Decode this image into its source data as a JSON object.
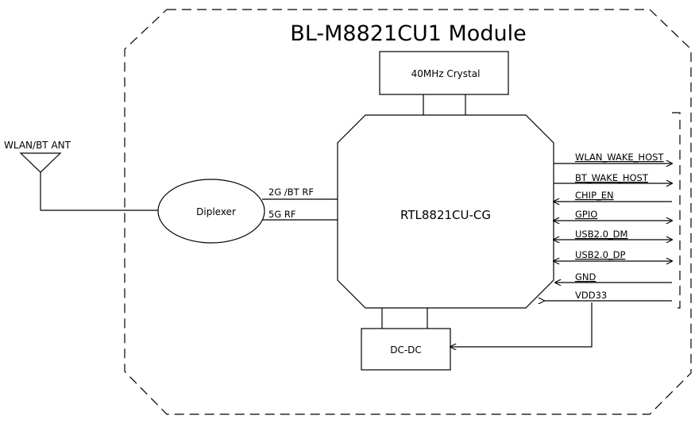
{
  "module": {
    "title": "BL-M8821CU1 Module"
  },
  "antenna": {
    "label": "WLAN/BT ANT"
  },
  "crystal": {
    "label": "40MHz Crystal"
  },
  "diplexer": {
    "label": "Diplexer"
  },
  "chip": {
    "label": "RTL8821CU-CG"
  },
  "dcdc": {
    "label": "DC-DC"
  },
  "rf_links": [
    "2G /BT RF",
    "5G RF"
  ],
  "signals": [
    {
      "label": "WLAN_WAKE_HOST",
      "direction": "out"
    },
    {
      "label": "BT_WAKE_HOST",
      "direction": "out"
    },
    {
      "label": "CHIP_EN",
      "direction": "in"
    },
    {
      "label": "GPIO",
      "direction": "bidirectional"
    },
    {
      "label": "USB2.0_DM",
      "direction": "bidirectional"
    },
    {
      "label": "USB2.0_DP",
      "direction": "bidirectional"
    },
    {
      "label": "GND",
      "direction": "in"
    },
    {
      "label": "VDD33",
      "direction": "in"
    }
  ]
}
